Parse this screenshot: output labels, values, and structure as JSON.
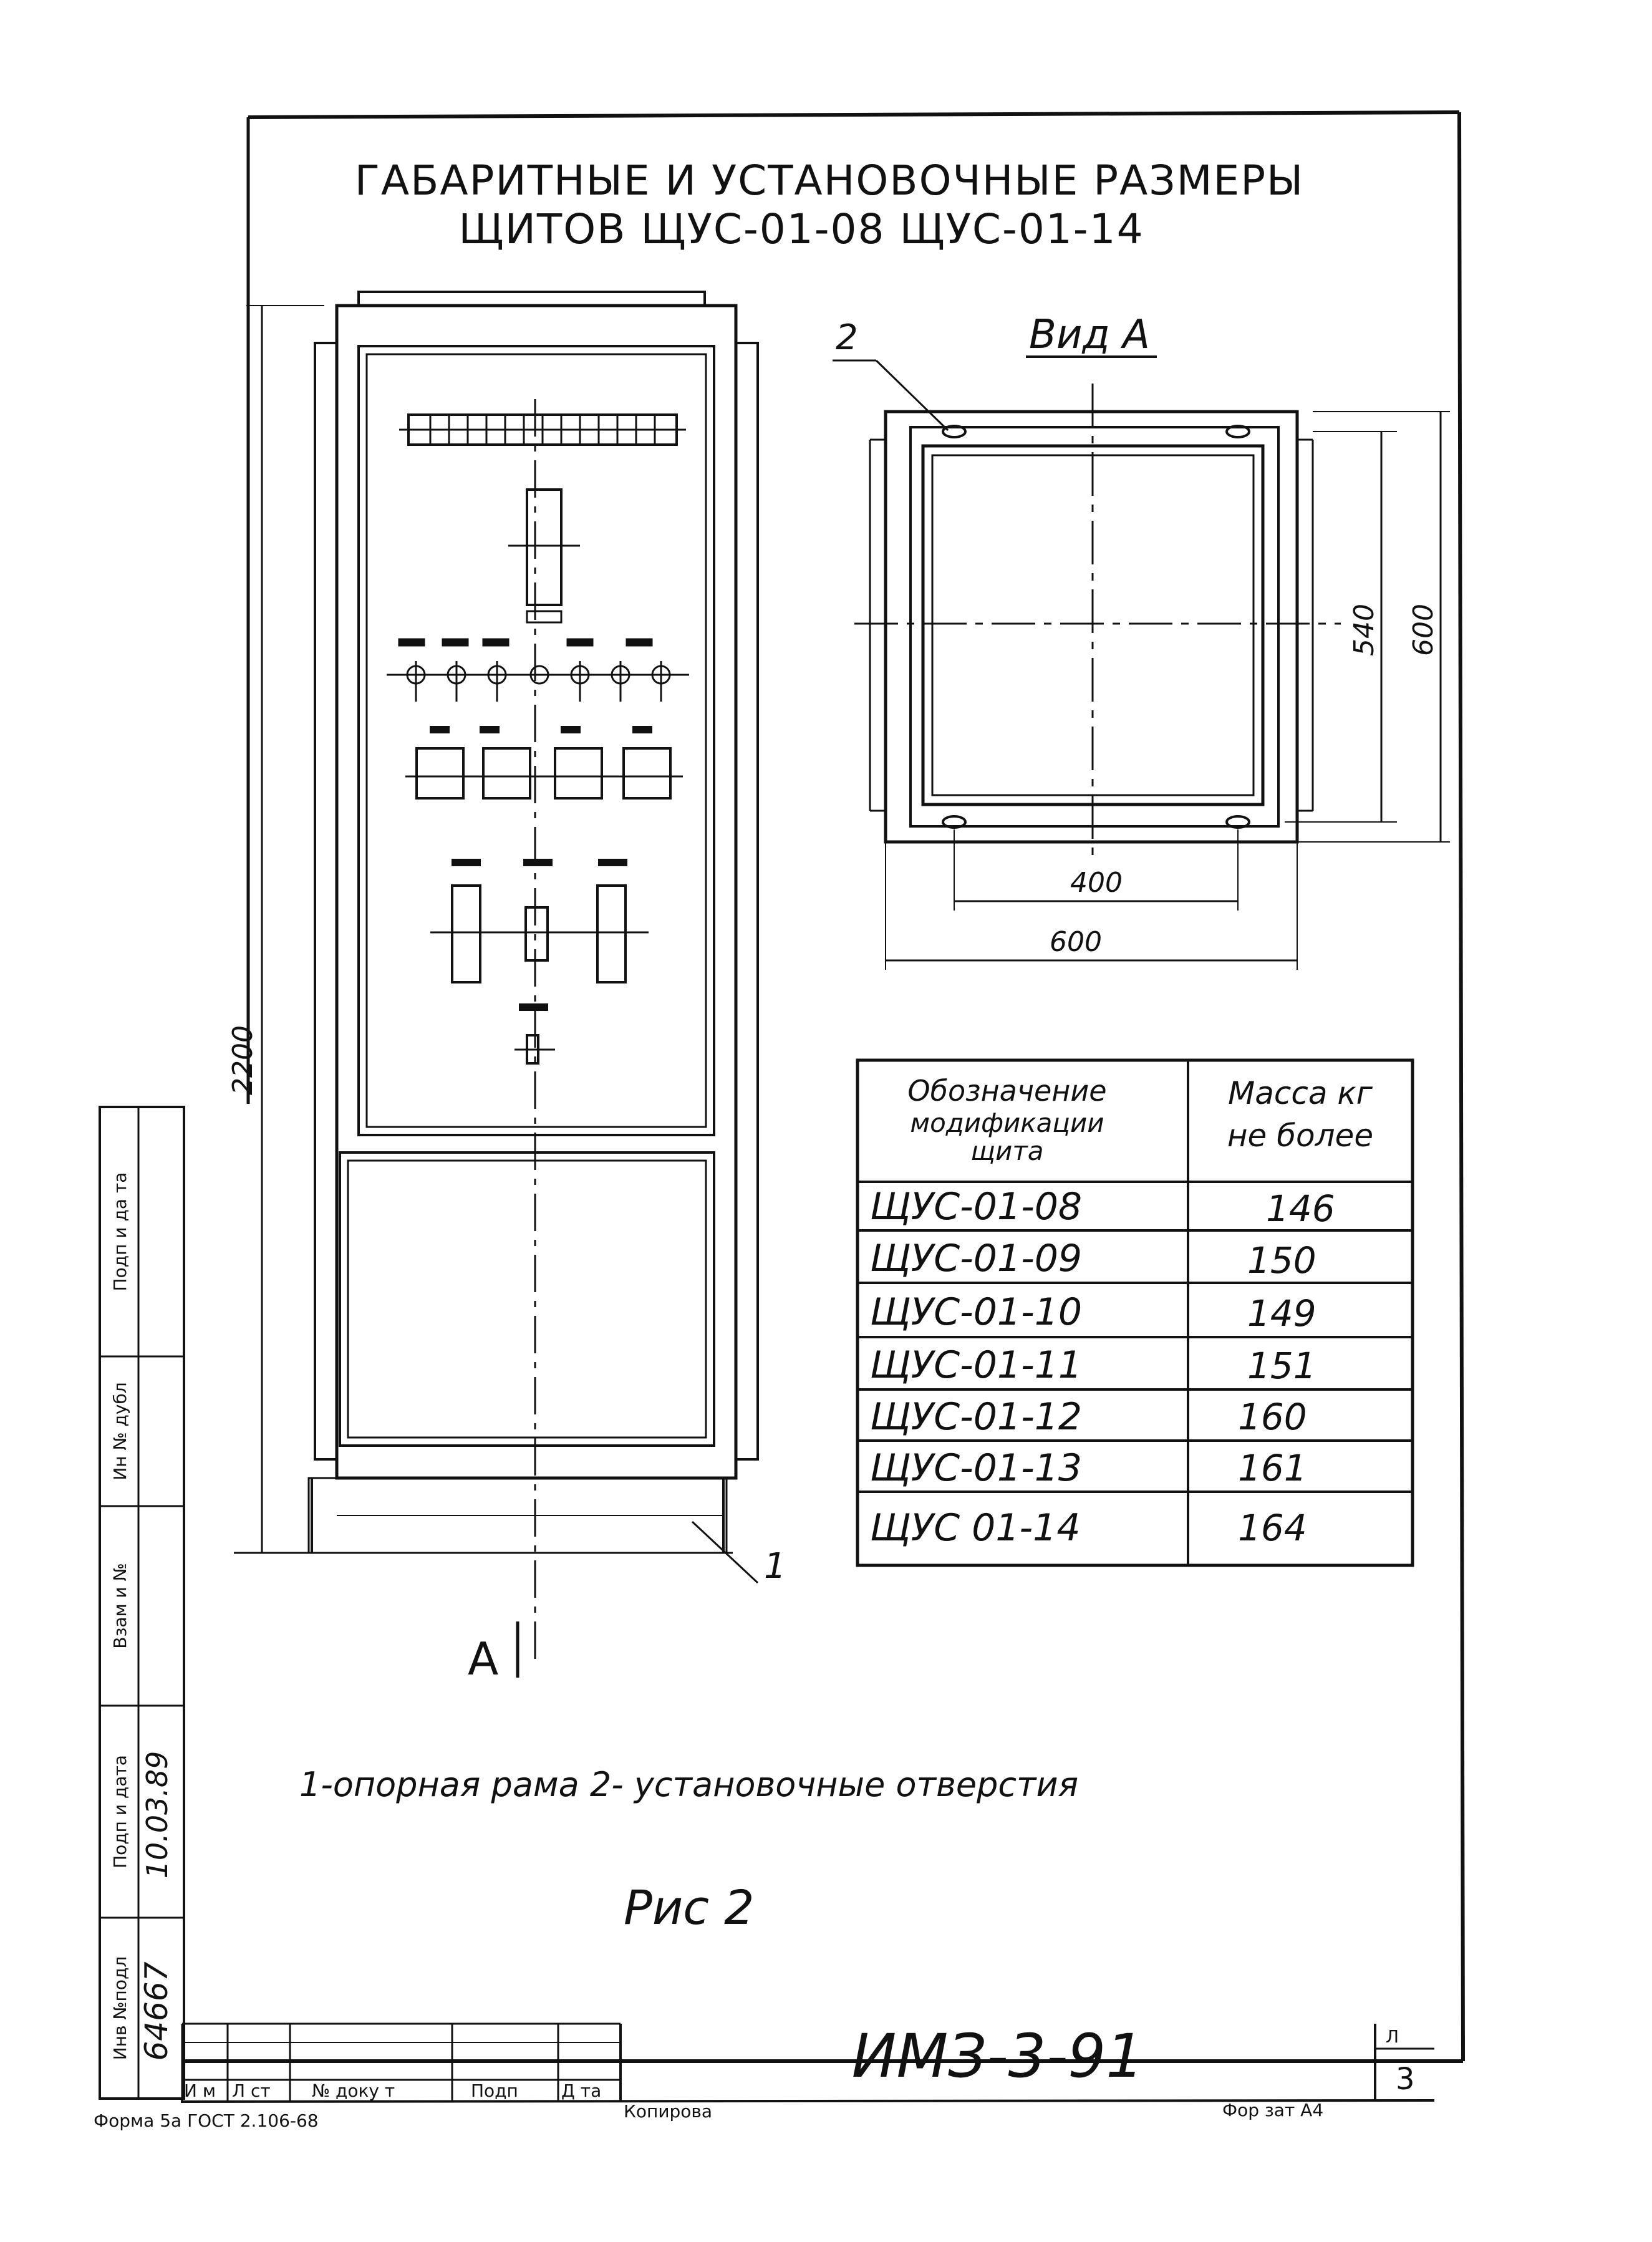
{
  "title": {
    "line1": "ГАБАРИТНЫЕ И УСТАНОВОЧНЫЕ РАЗМЕРЫ",
    "line2": "ЩИТОВ ЩУС-01-08   ЩУС-01-14"
  },
  "front_view": {
    "height_dim": "2200",
    "callout_1": "1",
    "section_mark": "A"
  },
  "view_a": {
    "title": "Вид А",
    "callout_2": "2",
    "dim_400": "400",
    "dim_600_width": "600",
    "dim_540": "540",
    "dim_600_depth": "600"
  },
  "table": {
    "header_designation": [
      "Обозначение",
      "модификации",
      "щита"
    ],
    "header_mass": [
      "Масса кг",
      "не более"
    ],
    "rows": [
      {
        "designation": "ЩУС-01-08",
        "mass": "146"
      },
      {
        "designation": "ЩУС-01-09",
        "mass": "150"
      },
      {
        "designation": "ЩУС-01-10",
        "mass": "149"
      },
      {
        "designation": "ЩУС-01-11",
        "mass": "151"
      },
      {
        "designation": "ЩУС-01-12",
        "mass": "160"
      },
      {
        "designation": "ЩУС-01-13",
        "mass": "161"
      },
      {
        "designation": "ЩУС 01-14",
        "mass": "164"
      }
    ]
  },
  "legend": "1-опорная рама   2- установочные отверстия",
  "figure_label": "Рис 2",
  "side_stamp": {
    "labels": [
      "Инв №подл",
      "Подп и дата",
      "Взам и №",
      "Ин № дубл",
      "Подп и да та"
    ],
    "inv_value": "64667",
    "sign_value": "10.03.89"
  },
  "title_block": {
    "designation": "ИМЗ-3-91",
    "sheet_label": "Л",
    "sheet_number": "3",
    "col_izm": "И м",
    "col_list": "Л ст",
    "col_doc": "№ доку т",
    "col_sign": "Подп",
    "col_date": "Д та"
  },
  "footer": {
    "form_text": "Форма 5а ГОСТ 2.106-68",
    "copied": "Копирова",
    "format": "Фор зат А4"
  }
}
